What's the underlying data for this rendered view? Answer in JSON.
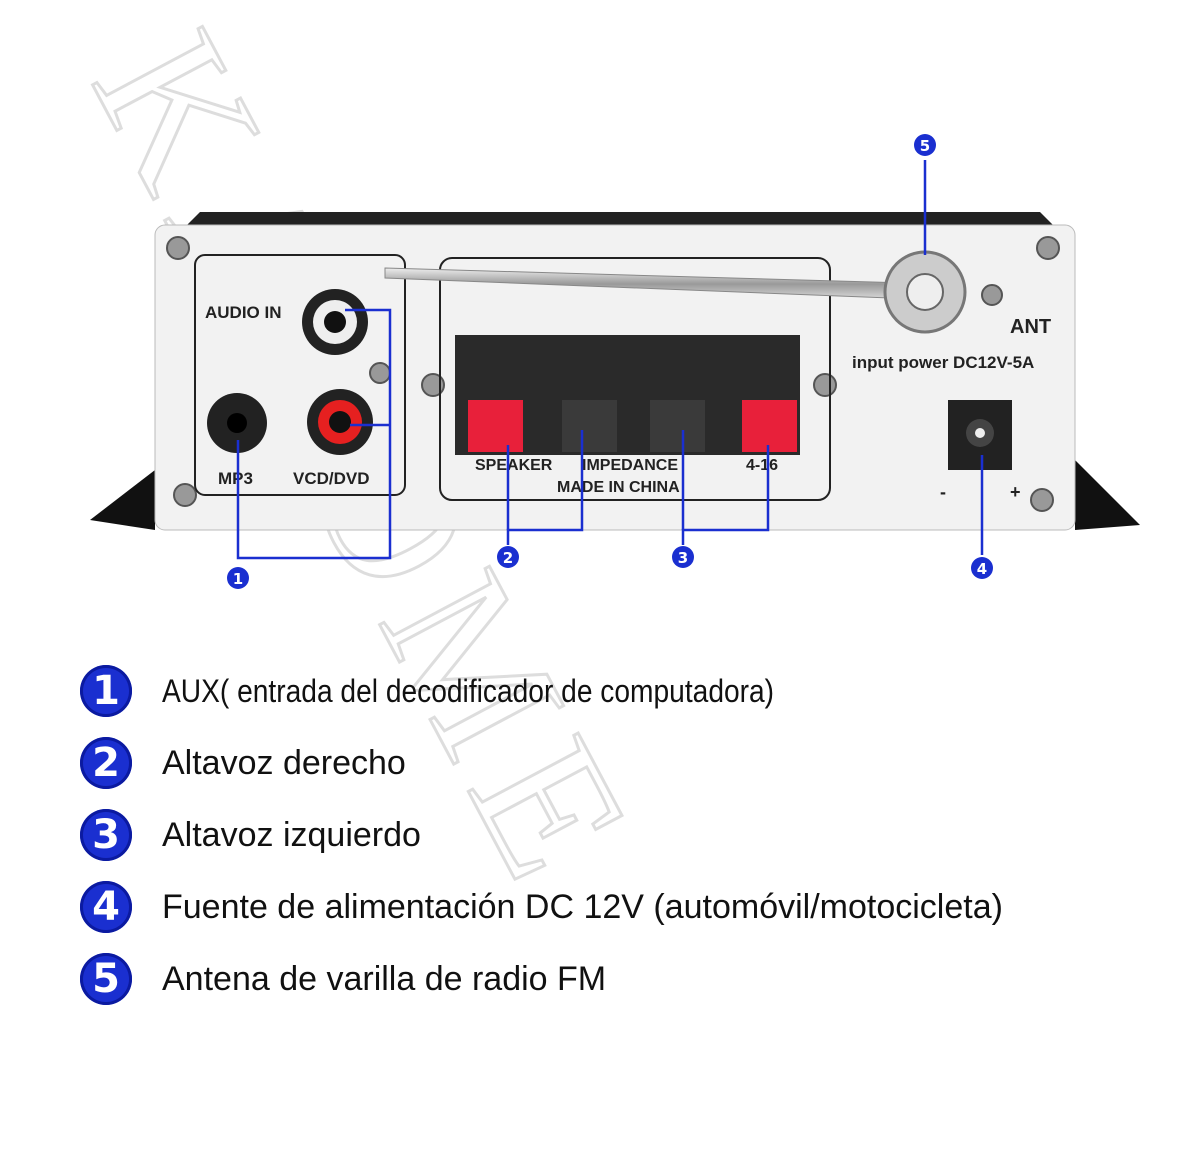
{
  "watermark": "KAYOME",
  "panel": {
    "audio_in": "AUDIO IN",
    "mp3": "MP3",
    "vcd_dvd": "VCD/DVD",
    "speaker": "SPEAKER",
    "impedance": "IMPEDANCE",
    "impedance_value": "4-16",
    "made_in": "MADE IN CHINA",
    "ant": "ANT",
    "input_power": "input power DC12V-5A",
    "polarity_minus": "-",
    "polarity_plus": "+"
  },
  "markers": [
    "1",
    "2",
    "3",
    "4",
    "5"
  ],
  "legend": [
    {
      "num": "1",
      "text": "AUX( entrada del decodificador de computadora)"
    },
    {
      "num": "2",
      "text": "Altavoz derecho"
    },
    {
      "num": "3",
      "text": "Altavoz izquierdo"
    },
    {
      "num": "4",
      "text": "Fuente de alimentación DC 12V (automóvil/motocicleta)"
    },
    {
      "num": "5",
      "text": "Antena de varilla de radio FM"
    }
  ],
  "colors": {
    "callout": "#1a2fd0",
    "terminal_red": "#e8203a",
    "terminal_black": "#2a2a2a",
    "panel": "#f2f2f2"
  }
}
